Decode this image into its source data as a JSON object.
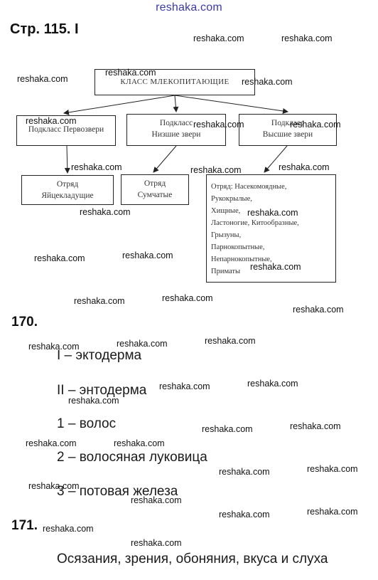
{
  "header": {
    "site": "reshaka.com"
  },
  "page_ref": "Стр. 115. I",
  "diagram": {
    "class_box": "КЛАСС МЛЕКОПИТАЮЩИЕ",
    "subclasses": [
      {
        "line1": "Подкласс Первозвери",
        "line2": ""
      },
      {
        "line1": "Подкласс",
        "line2": "Низшие звери"
      },
      {
        "line1": "Подкласс",
        "line2": "Высшие звери"
      }
    ],
    "orders_left": [
      {
        "line1": "Отряд",
        "line2": "Яйцекладущие"
      },
      {
        "line1": "Отряд",
        "line2": "Сумчатые"
      }
    ],
    "orders_right": [
      "Отряд: Насекомоядные,",
      "Рукокрылые,",
      "Хищные,",
      "Ластоногие, Китообразные,",
      "Грызуны,",
      "Парнокопытные,",
      "Непарнокопытные,",
      "Приматы"
    ]
  },
  "q170": {
    "number": "170.",
    "items": [
      "I – эктодерма",
      "II – энтодерма",
      "1 – волос",
      "2 – волосяная луковица",
      "3 – потовая железа"
    ]
  },
  "q171": {
    "number": "171.",
    "answer": "Осязания, зрения, обоняния, вкуса и слуха"
  },
  "watermark": {
    "text": "reshaka.com"
  }
}
